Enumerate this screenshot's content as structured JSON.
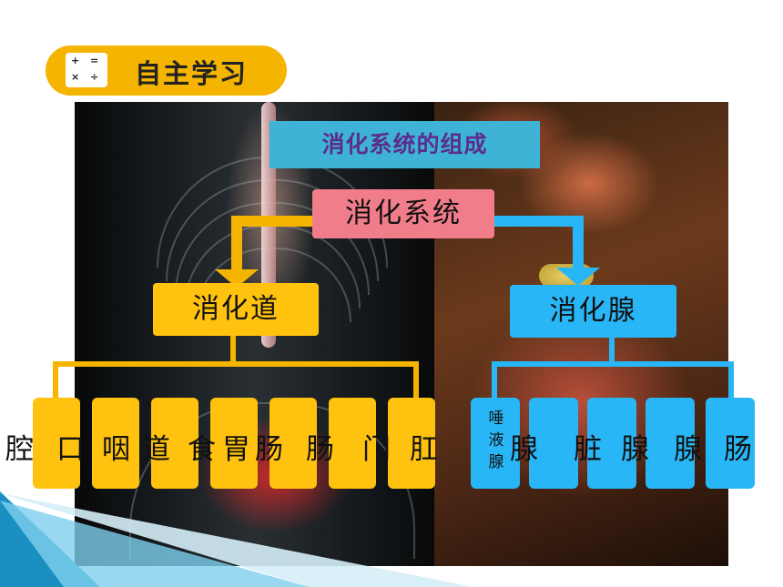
{
  "header": {
    "badge_glyphs": [
      "+",
      "=",
      "×",
      "÷"
    ],
    "title": "自主学习"
  },
  "diagram": {
    "title": "消化系统的组成",
    "root": "消化系统",
    "left_branch": {
      "label": "消化道",
      "color": "#ffc20e",
      "leaf_texts": [
        "腔",
        "口",
        "咽",
        "道",
        "食",
        "胃",
        "肠",
        "肠",
        "门",
        "肛"
      ]
    },
    "right_branch": {
      "label": "消化腺",
      "color": "#29b6f6",
      "leaf_texts": [
        "唾\n液\n腺",
        "腺",
        "脏",
        "腺",
        "腺",
        "肠"
      ],
      "leaf_overlay": [
        "腺",
        "脏",
        "腺",
        "腺",
        "肠"
      ]
    }
  },
  "colors": {
    "accent_yellow": "#f5b400",
    "accent_blue": "#29b6f6",
    "title_bg": "#3fb3d6",
    "title_text": "#5b2d8e",
    "root_bg": "#f27d8a"
  }
}
